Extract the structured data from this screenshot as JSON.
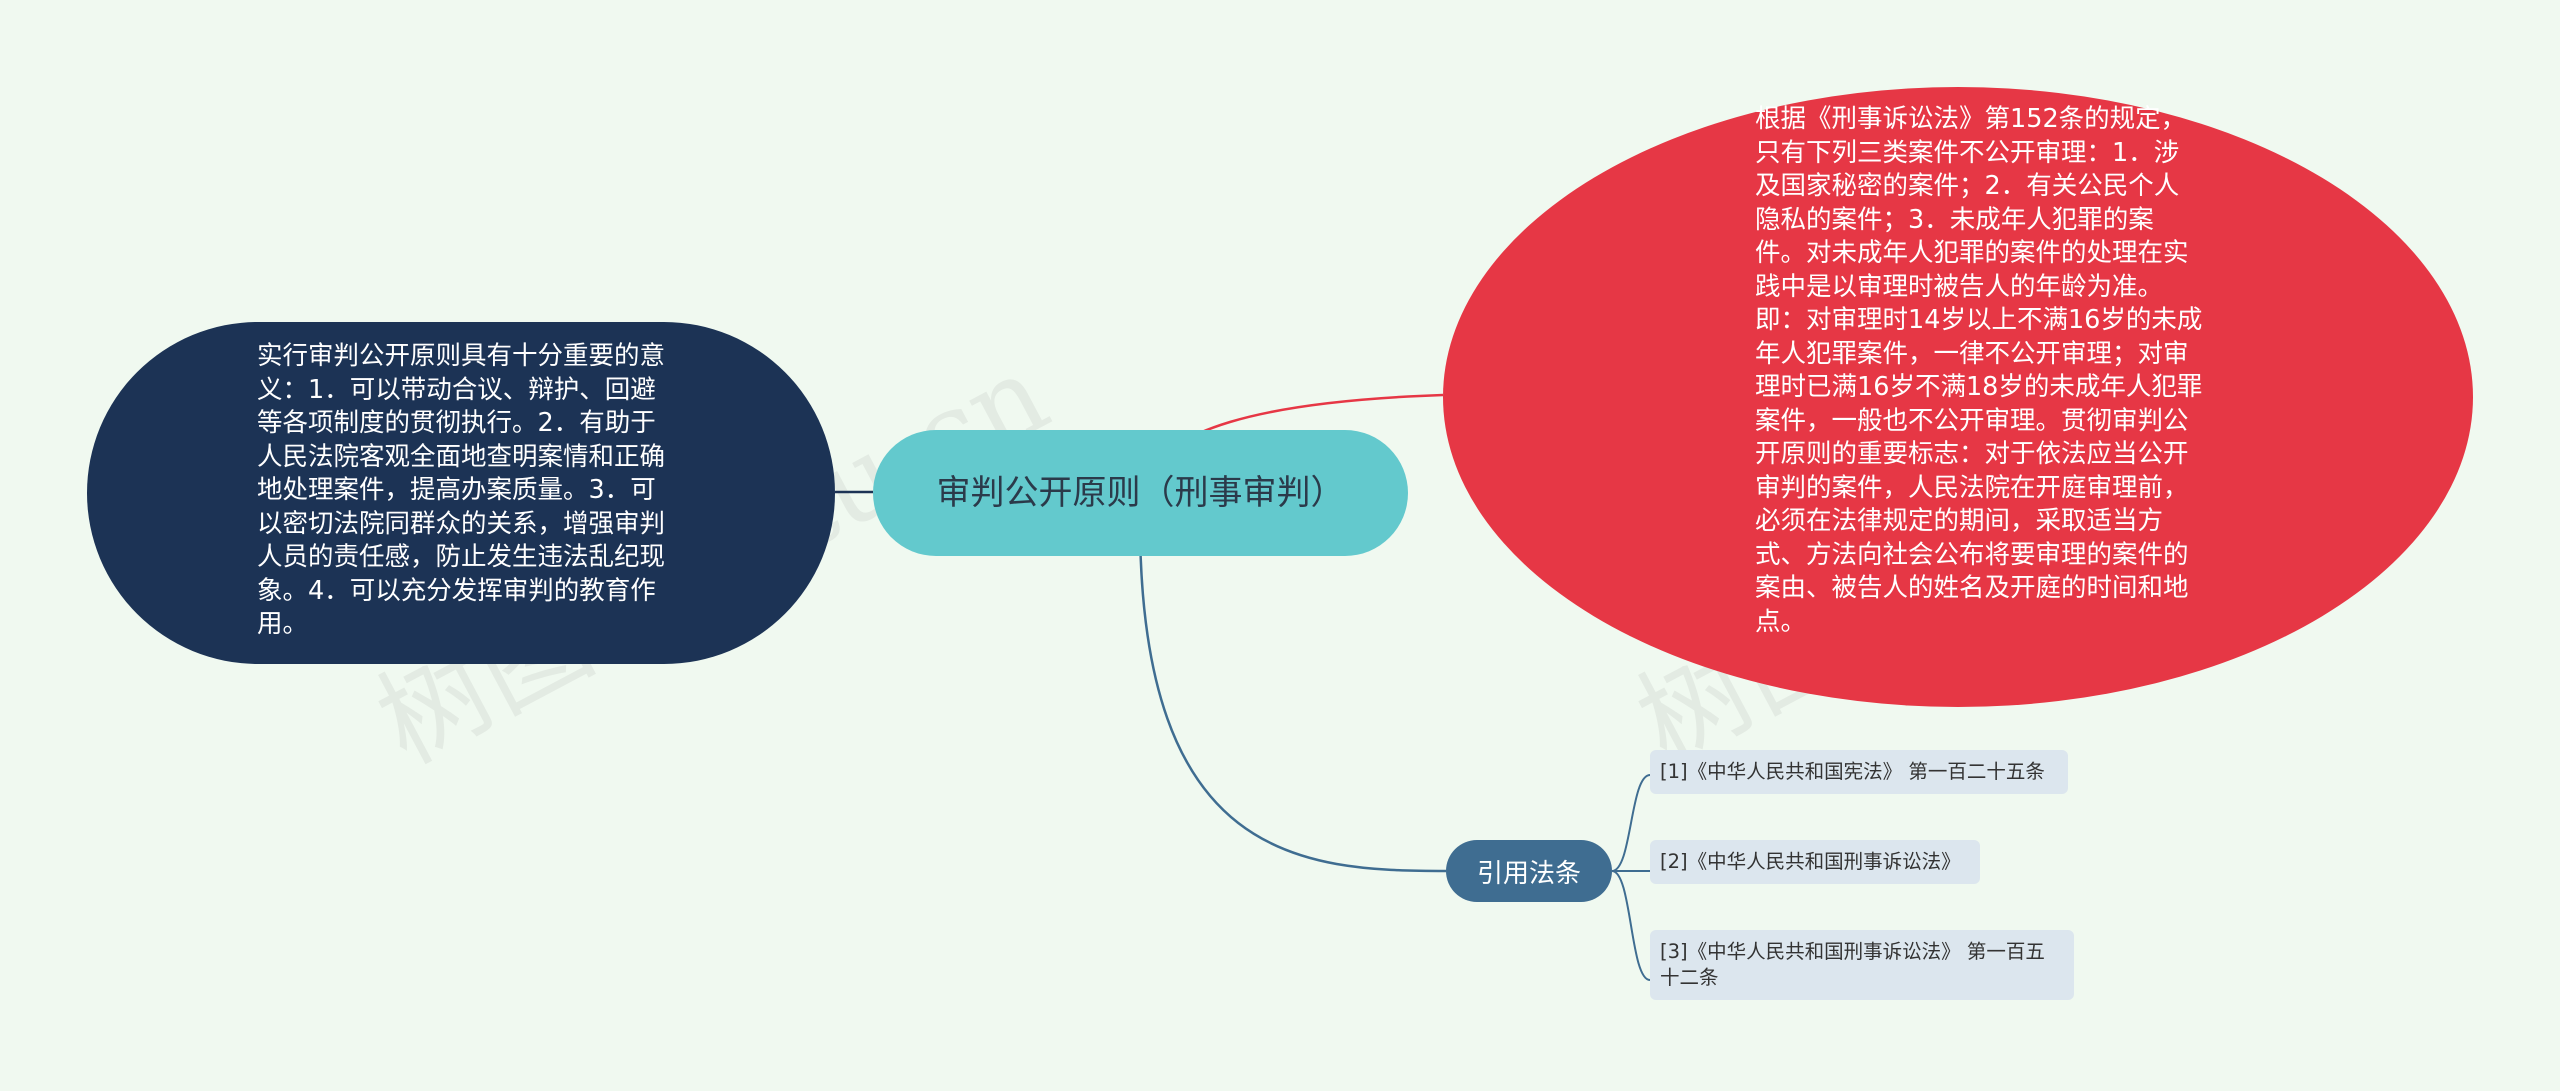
{
  "center": {
    "label": "审判公开原则（刑事审判）"
  },
  "left_topic": {
    "text": "实行审判公开原则具有十分重要的意义：1．可以带动合议、辩护、回避等各项制度的贯彻执行。2．有助于人民法院客观全面地查明案情和正确地处理案件，提高办案质量。3．可以密切法院同群众的关系，增强审判人员的责任感，防止发生违法乱纪现象。4．可以充分发挥审判的教育作用。"
  },
  "right_topic": {
    "text": "根据《刑事诉讼法》第152条的规定，只有下列三类案件不公开审理：1．涉及国家秘密的案件；2．有关公民个人隐私的案件；3．未成年人犯罪的案件。对未成年人犯罪的案件的处理在实践中是以审理时被告人的年龄为准。即：对审理时14岁以上不满16岁的未成年人犯罪案件，一律不公开审理；对审理时已满16岁不满18岁的未成年人犯罪案件，一般也不公开审理。贯彻审判公开原则的重要标志：对于依法应当公开审判的案件，人民法院在开庭审理前，必须在法律规定的期间，采取适当方式、方法向社会公布将要审理的案件的案由、被告人的姓名及开庭的时间和地点。"
  },
  "ref_topic": {
    "label": "引用法条",
    "items": [
      "[1]《中华人民共和国宪法》 第一百二十五条",
      "[2]《中华人民共和国刑事诉讼法》",
      "[3]《中华人民共和国刑事诉讼法》 第一百五十二条"
    ]
  },
  "watermark": {
    "text": "树图 shutu.cn"
  },
  "colors": {
    "background": "#f0f9f0",
    "center": "#63c9cd",
    "left": "#1c3355",
    "right": "#e63745",
    "ref": "#3f6d91",
    "leaf": "#dce6ee",
    "line_left": "#1c3355",
    "line_right": "#e63745",
    "line_ref": "#3f6d91"
  }
}
